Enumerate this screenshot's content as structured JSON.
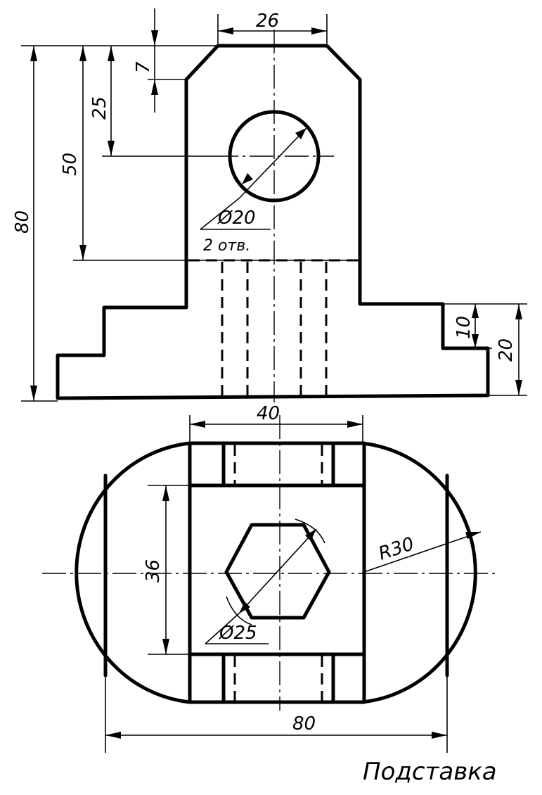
{
  "dimensions": {
    "top_width": "26",
    "chamfer": "7",
    "hole_offset": "25",
    "step_height_upper": "50",
    "total_height": "80",
    "hole_diameter": "Ø20",
    "hole_count": "2 отв.",
    "step_10": "10",
    "step_20": "20",
    "middle_width": "40",
    "inner_height": "36",
    "hex_diameter": "Ø25",
    "radius": "R30",
    "total_width": "80"
  },
  "title": "Подставка"
}
